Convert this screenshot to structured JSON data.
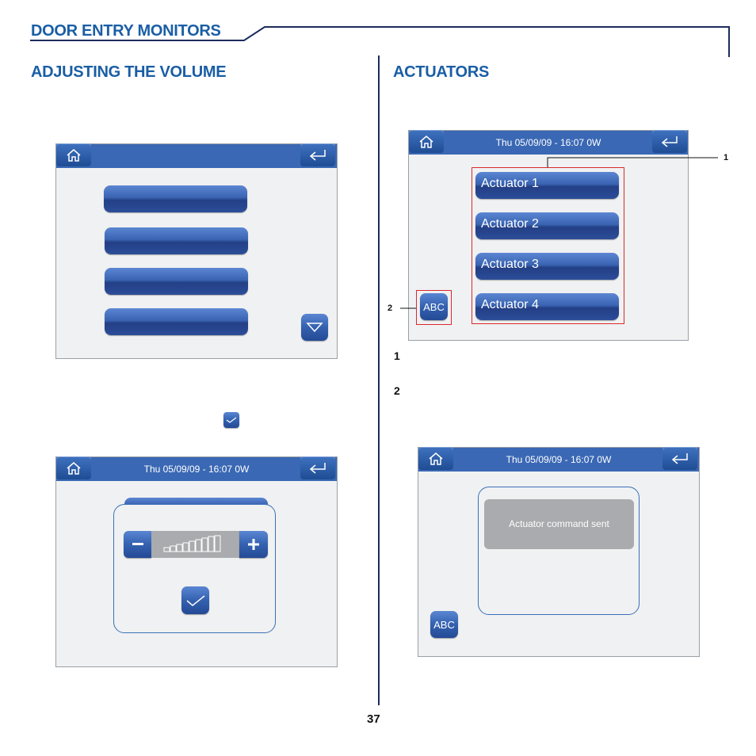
{
  "header": {
    "title": "DOOR ENTRY MONITORS"
  },
  "left": {
    "title": "ADJUSTING THE VOLUME",
    "screen2": {
      "status": "Thu 05/09/09 - 16:07   0W"
    }
  },
  "right": {
    "title": "ACTUATORS",
    "screen1": {
      "status": "Thu 05/09/09 - 16:07   0W",
      "actuators": [
        "Actuator 1",
        "Actuator 2",
        "Actuator 3",
        "Actuator 4"
      ],
      "abc_label": "ABC",
      "callout_1": "1",
      "callout_2": "2"
    },
    "steps": [
      "1",
      "2"
    ],
    "screen2": {
      "status": "Thu 05/09/09 - 16:07   0W",
      "message": "Actuator command sent",
      "abc_label": "ABC"
    }
  },
  "footer": {
    "page_number": "37"
  },
  "colors": {
    "accent": "#1a5ea5",
    "topbar": "#3a68b4",
    "callout": "#d9282f"
  }
}
